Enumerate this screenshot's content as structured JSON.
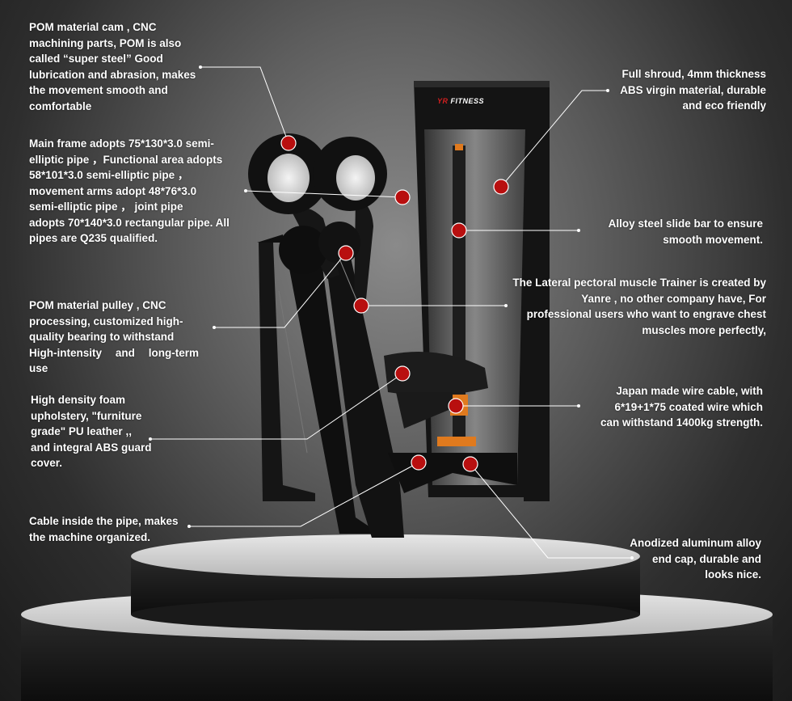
{
  "brand": {
    "logo_prefix": "YR",
    "logo_suffix": "FITNESS"
  },
  "colors": {
    "dot": "#b80f0f",
    "accent_orange": "#e07a1e",
    "line": "#ffffff"
  },
  "callouts": {
    "pom_cam": "POM material cam , CNC\nmachining parts, POM is also\ncalled     “super  steel” Good\nlubrication  and  abrasion,  makes\nthe    movement smooth and\ncomfortable",
    "main_frame": "Main frame adopts 75*130*3.0 semi-\nelliptic pipe ，Functional    area adopts\n58*101*3.0 semi-elliptic pipe ，\nmovement arms     adopt   48*76*3.0\nsemi-elliptic    pipe    ，  joint   pipe\nadopts     70*140*3.0 rectangular pipe. All\npipes are Q235 qualified.",
    "pom_pulley": "POM  material  pulley  ,  CNC\nprocessing,  customized  high-\nquality  bearing  to  withstand\nHigh-intensity  and  long-term use",
    "foam": "High density foam\nupholstery, \"furniture\ngrade\"    PU leather ,,\nand integral ABS guard\ncover.",
    "cable_inside": "Cable  inside  the  pipe,  makes\nthe machine organized.",
    "shroud": "Full shroud, 4mm thickness\nABS virgin material, durable\nand     eco friendly",
    "slide_bar": "Alloy steel slide bar to ensure\nsmooth movement.",
    "lateral": "The Lateral pectoral muscle Trainer is created by\nYanre , no       other  company  have,  For\nprofessional  users  who  want to     engrave chest\nmuscles more perfectly,",
    "wire_cable": "Japan  made wire  cable, with\n6*19+1*75  coated wire which\ncan withstand 1400kg strength.",
    "end_cap": "Anodized aluminum alloy\nend cap, durable and\nlooks nice."
  }
}
